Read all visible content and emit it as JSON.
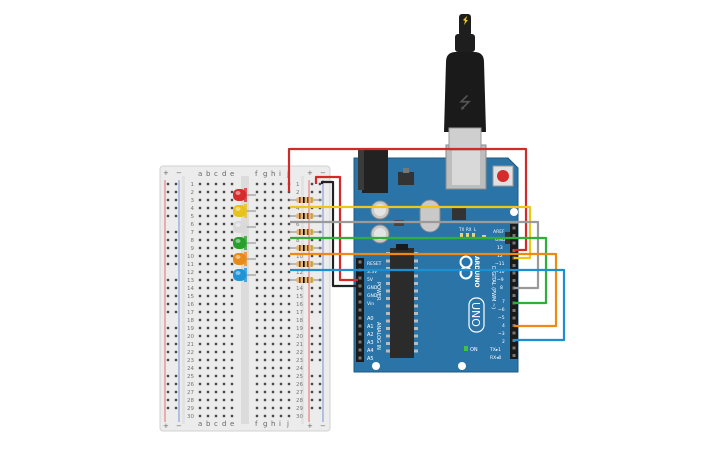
{
  "breadboard": {
    "columns_left": [
      "a",
      "b",
      "c",
      "d",
      "e"
    ],
    "columns_right": [
      "f",
      "g",
      "h",
      "i",
      "j"
    ],
    "rail_plus": "+",
    "rail_minus": "−",
    "rows": [
      "1",
      "2",
      "3",
      "4",
      "5",
      "6",
      "7",
      "8",
      "9",
      "10",
      "11",
      "12",
      "13",
      "14",
      "15",
      "16",
      "17",
      "18",
      "19",
      "20",
      "21",
      "22",
      "23",
      "24",
      "25",
      "26",
      "27",
      "28",
      "29",
      "30"
    ]
  },
  "leds": [
    {
      "color_name": "red",
      "color": "#d62b2b",
      "row": 3
    },
    {
      "color_name": "yellow",
      "color": "#e6c21b",
      "row": 5
    },
    {
      "color_name": "white",
      "color": "#d9d9d9",
      "row": 7
    },
    {
      "color_name": "green",
      "color": "#27a02b",
      "row": 9
    },
    {
      "color_name": "orange",
      "color": "#e88a1a",
      "row": 11
    },
    {
      "color_name": "blue",
      "color": "#1f93d6",
      "row": 13
    }
  ],
  "wires": {
    "colors": {
      "red": "#d12a2a",
      "yellow": "#f0c419",
      "gray": "#9a9a9a",
      "green": "#2fae3a",
      "orange": "#ee8a14",
      "blue": "#1d8fd0",
      "black": "#222222"
    }
  },
  "arduino": {
    "name": "UNO",
    "brand": "ARDUINO",
    "power_label": "POWER",
    "analog_label": "ANALOG IN",
    "digital_label": "DIGITAL (PWM ~)",
    "on_label": "ON",
    "tx_label": "TX",
    "rx_label": "RX",
    "l_label": "L",
    "power_pins": [
      "RESET",
      "3.3V",
      "5V",
      "GND",
      "GND",
      "Vin"
    ],
    "analog_pins": [
      "A0",
      "A1",
      "A2",
      "A3",
      "A4",
      "A5"
    ],
    "digital_top": [
      "AREF",
      "GND",
      "13",
      "12",
      "~11",
      "~10",
      "~9",
      "8"
    ],
    "digital_bottom": [
      "7",
      "~6",
      "~5",
      "4",
      "~3",
      "2",
      "TX▸1",
      "RX◂0"
    ],
    "board_color": "#2a74a8"
  }
}
